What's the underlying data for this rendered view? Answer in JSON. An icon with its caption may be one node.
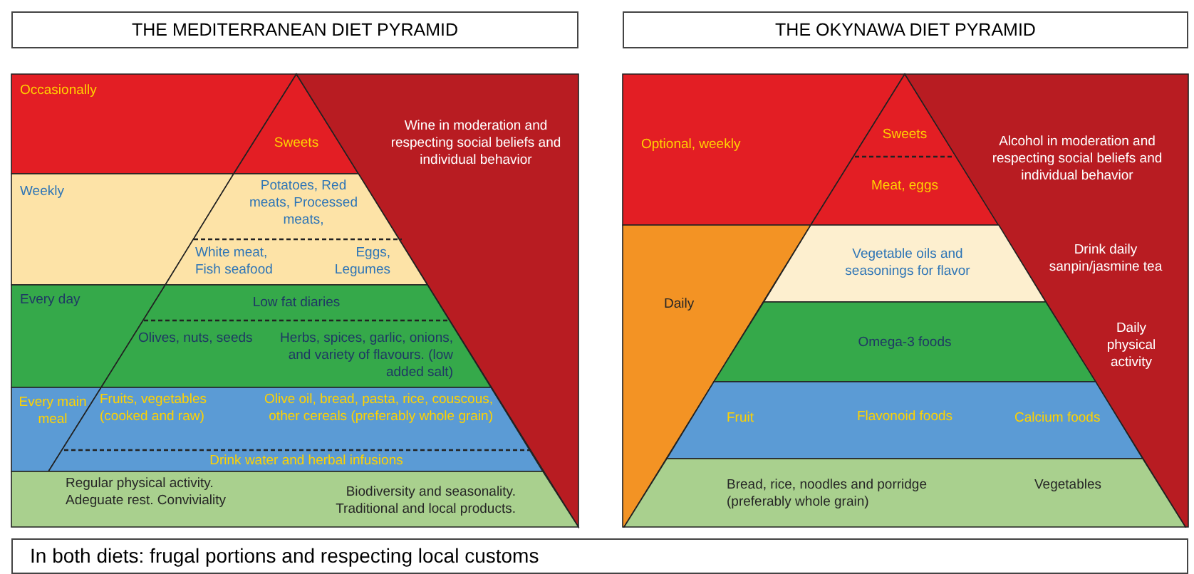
{
  "diagram": {
    "nodes": [
      {
        "text": [
          "THE MEDITERRANEAN DIET PYRAMID"
        ]
      },
      {
        "text": [
          "THE OKYNAWA DIET PYRAMID"
        ]
      },
      {
        "text": [
          "Occasionally"
        ]
      },
      {
        "text": [
          "Sweets"
        ]
      },
      {
        "text": [
          "Wine in moderation and respecting social beliefs and individual behavior"
        ]
      },
      {
        "text": [
          "Weekly"
        ]
      },
      {
        "text": [
          "Potatoes, Red meats, Processed meats,",
          "White meat, Fish seafood",
          "Eggs, Legumes"
        ]
      },
      {
        "text": [
          "Every day"
        ]
      },
      {
        "text": [
          "Low fat diaries",
          "Olives, nuts, seeds",
          "Herbs, spices, garlic, onions, and variety of flavours. (low added salt)"
        ]
      },
      {
        "text": [
          "Every main meal"
        ]
      },
      {
        "text": [
          "Fruits, vegetables (cooked and raw)",
          "Olive oil, bread, pasta, rice,  couscous, other cereals (preferably whole grain)",
          "Drink water and herbal infusions"
        ]
      },
      {
        "text": [
          "Regular physical activity. Adeguate rest. Conviviality",
          "Biodiversity and seasonality. Traditional and local products."
        ]
      },
      {
        "text": [
          "Optional, weekly"
        ]
      },
      {
        "text": [
          "Daily"
        ]
      },
      {
        "text": [
          "Sweets",
          "Meat, eggs"
        ]
      },
      {
        "text": [
          "Alcohol in moderation and respecting social beliefs and individual behavior",
          "Drink daily sanpin/jasmine tea",
          "Daily physical activity"
        ]
      },
      {
        "text": [
          "Vegetable oils and seasonings for flavor"
        ]
      },
      {
        "text": [
          "Omega-3 foods"
        ]
      },
      {
        "text": [
          "Fruit",
          "Flavonoid foods",
          "Calcium foods"
        ]
      },
      {
        "text": [
          "Bread, rice, noodles and porridge (preferably whole grain)",
          "Vegetables"
        ]
      },
      {
        "text": [
          "In both diets: frugal portions and respecting local customs"
        ]
      }
    ]
  }
}
